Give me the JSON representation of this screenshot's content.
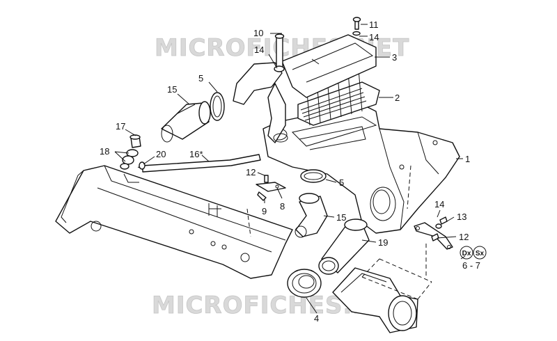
{
  "watermarks": [
    "MICROFICHES.NET",
    "MICROFICHES.NET"
  ],
  "callouts": [
    "1",
    "2",
    "3",
    "4",
    "5",
    "5",
    "6 - 7",
    "8",
    "9",
    "10",
    "11",
    "12",
    "12",
    "13",
    "14",
    "14",
    "14",
    "15",
    "15",
    "16*",
    "17",
    "18",
    "19",
    "20"
  ],
  "side_markers": [
    "Dx",
    "Sx"
  ]
}
